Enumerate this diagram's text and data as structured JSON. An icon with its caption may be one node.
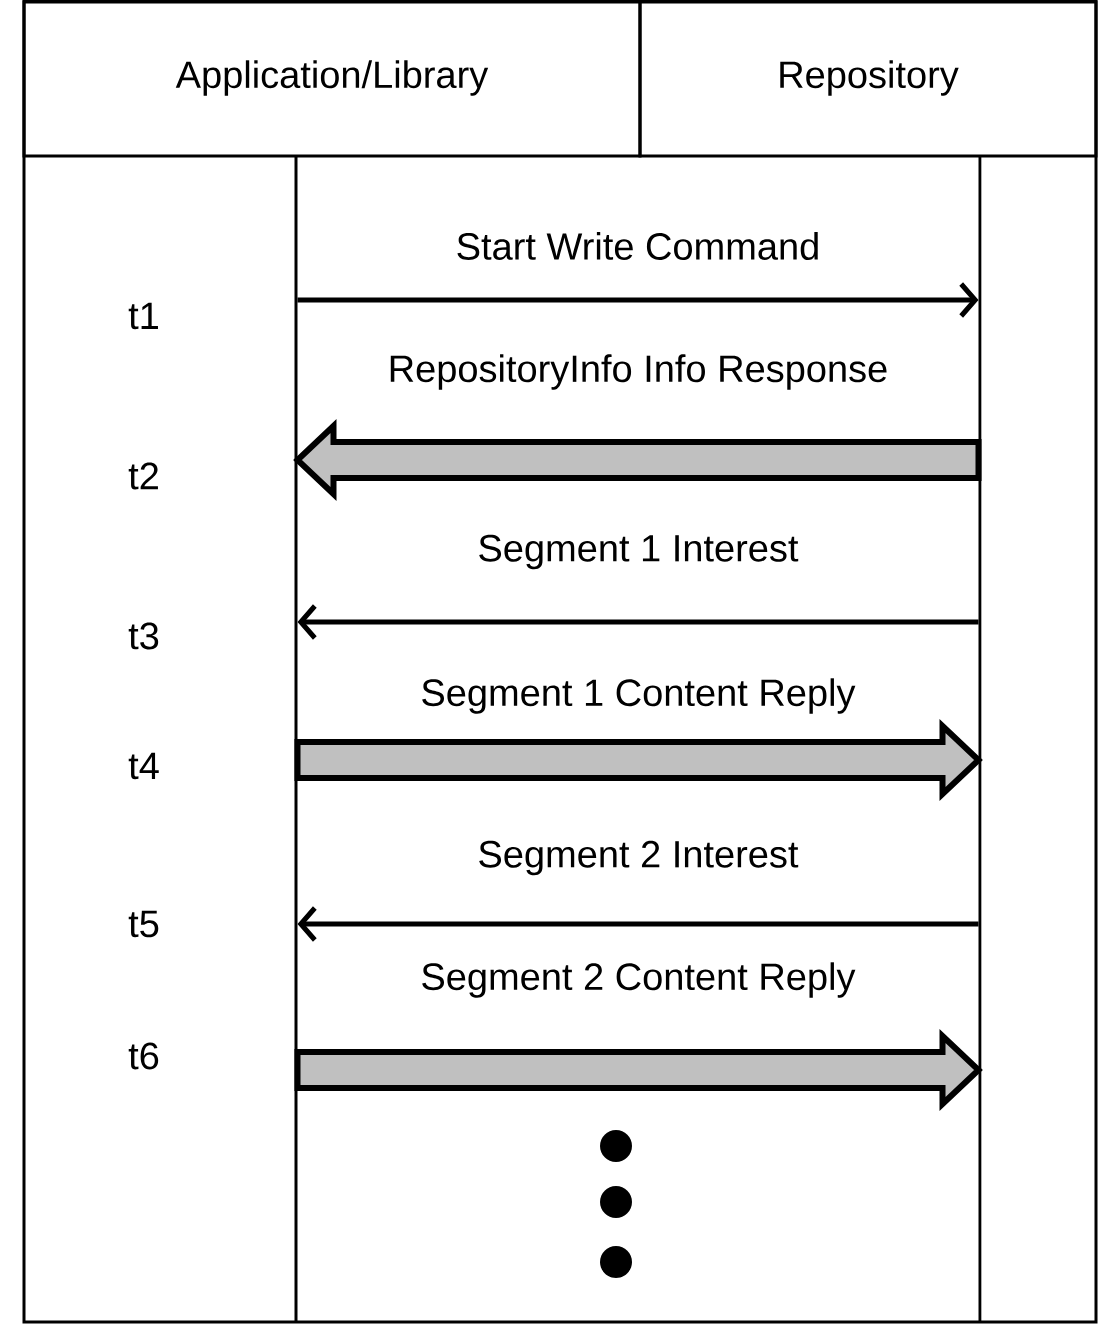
{
  "diagram": {
    "nodes": [
      {
        "text": [
          "Application/Library"
        ]
      },
      {
        "text": [
          "Repository"
        ]
      },
      {
        "text": [],
        "shape": "line"
      },
      {
        "text": [],
        "shape": "line"
      }
    ],
    "edges": [
      {
        "from": 2,
        "to": 3,
        "arrow": "to",
        "label": "Start Write Command"
      },
      {
        "from": 3,
        "to": 2,
        "arrow": "to",
        "label": "RepositoryInfo Info Response",
        "style": "thick",
        "color": "#c0c0c0"
      },
      {
        "from": 3,
        "to": 2,
        "arrow": "to",
        "label": "Segment 1 Interest"
      },
      {
        "from": 2,
        "to": 3,
        "arrow": "to",
        "label": "Segment 1 Content Reply",
        "style": "thick",
        "color": "#c0c0c0"
      },
      {
        "from": 3,
        "to": 2,
        "arrow": "to",
        "label": "Segment 2 Interest"
      },
      {
        "from": 2,
        "to": 3,
        "arrow": "to",
        "label": "Segment 2 Content Reply",
        "style": "thick",
        "color": "#c0c0c0"
      }
    ],
    "labels": [
      "t1",
      "t2",
      "t3",
      "t4",
      "t5",
      "t6"
    ]
  }
}
